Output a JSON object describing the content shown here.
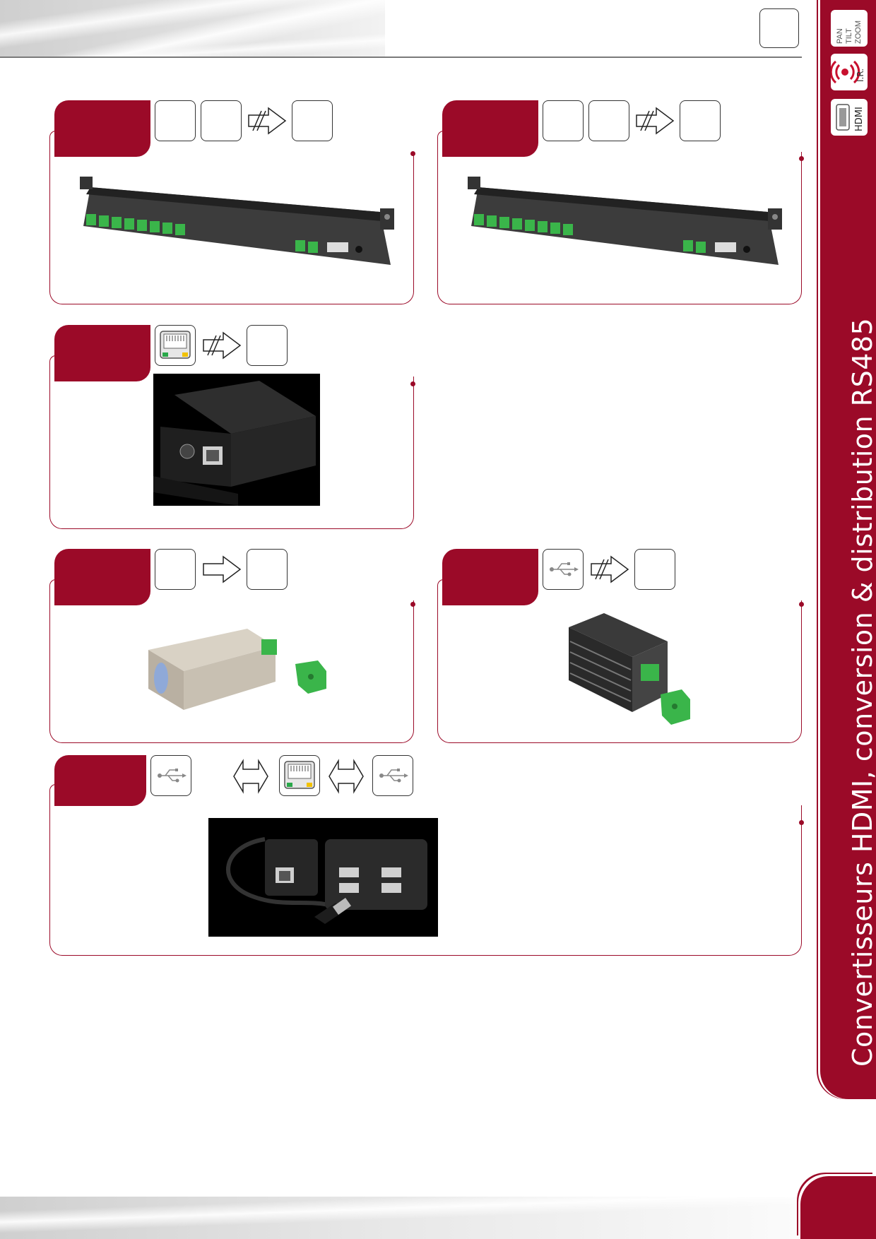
{
  "sidebar": {
    "title": "Convertisseurs HDMI, conversion & distribution RS485",
    "ptz_lines": [
      "PAN",
      "TILT",
      "ZOOM"
    ],
    "ir_label": "I.R.",
    "hdmi_label": "HDMI"
  },
  "colors": {
    "brand": "#9b0a28",
    "outline": "#333333"
  }
}
